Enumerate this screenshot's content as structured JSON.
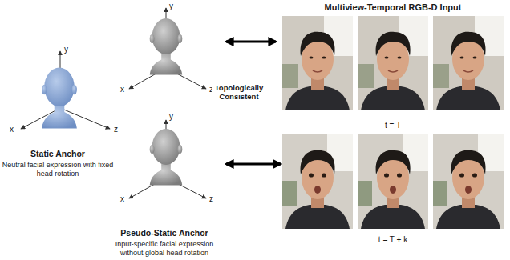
{
  "diagram": {
    "title": "Multiview-Temporal RGB-D Input",
    "nodes": [
      {
        "text": [
          "Static Anchor",
          "Neutral facial expression with fixed head rotation"
        ]
      },
      {
        "text": [
          "Pseudo-Static Anchor",
          "Input-specific facial expression without global head rotation"
        ]
      },
      {
        "text": [
          "t = T"
        ]
      },
      {
        "text": [
          "t = T + k"
        ]
      }
    ],
    "edges": [
      {
        "from": 1,
        "to": 3,
        "arrow": "both"
      }
    ],
    "labels": [
      "y",
      "x",
      "z",
      "y",
      "x",
      "z",
      "y",
      "x",
      "z",
      "Topologically Consistent"
    ]
  }
}
